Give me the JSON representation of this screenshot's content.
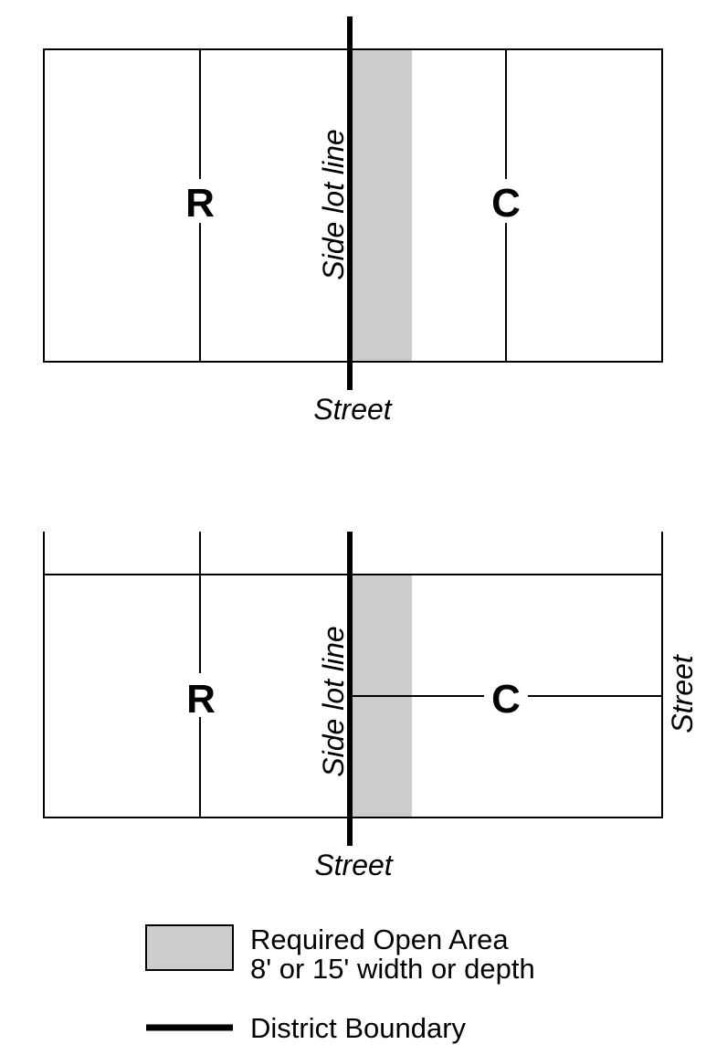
{
  "colors": {
    "open_area": "#cccccc",
    "line": "#000000",
    "background": "#ffffff"
  },
  "diagram_top": {
    "zone_left": "R",
    "zone_right": "C",
    "side_lot_label": "Side lot line",
    "street_bottom": "Street"
  },
  "diagram_bottom": {
    "zone_left": "R",
    "zone_right": "C",
    "side_lot_label": "Side lot line",
    "street_bottom": "Street",
    "street_right": "Street"
  },
  "legend": {
    "open_area_line1": "Required Open Area",
    "open_area_line2": "8' or 15' width or depth",
    "boundary_label": "District Boundary"
  }
}
